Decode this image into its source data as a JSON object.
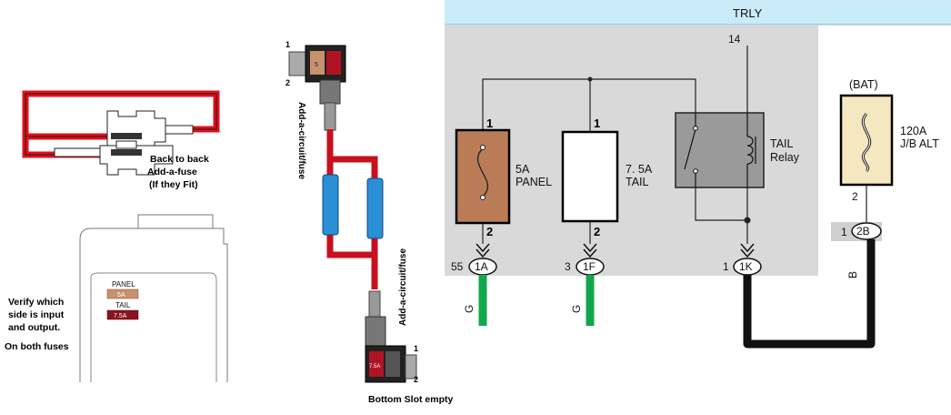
{
  "left_panel": {
    "back_to_back_lines": [
      "Back to back",
      "Add-a-fuse",
      "(If they Fit)"
    ],
    "fuse_box_labels": {
      "panel": "PANEL",
      "panel_value": "5A",
      "tail": "TAIL",
      "tail_value": "7.5A"
    },
    "verify_lines": [
      "Verify which",
      "side is input",
      "and output."
    ],
    "both_fuses": "On both fuses"
  },
  "middle_panel": {
    "top_pin_1": "1",
    "top_pin_2": "2",
    "top_fuse_value": "5",
    "add_circuit_top": "Add-a-circuit/fuse",
    "add_circuit_bottom": "Add-a-circuit/fuse",
    "bottom_pin_1": "1",
    "bottom_pin_2": "2",
    "bottom_fuse_value": "7.5A",
    "bottom_slot": "Bottom Slot empty"
  },
  "schematic": {
    "header": "TRLY",
    "trly_pin": "14",
    "panel_fuse": {
      "pin_top": "1",
      "pin_bottom": "2",
      "value": "5A",
      "name": "PANEL",
      "connector_pin": "55",
      "connector": "1A",
      "wire": "G"
    },
    "tail_fuse": {
      "pin_top": "1",
      "pin_bottom": "2",
      "value": "7. 5A",
      "name": "TAIL",
      "connector_pin": "3",
      "connector": "1F",
      "wire": "G"
    },
    "relay": {
      "name_line1": "TAIL",
      "name_line2": "Relay",
      "connector_pin": "1",
      "connector": "1K"
    },
    "bat": {
      "label": "(BAT)",
      "value": "120A",
      "name": "J/B ALT",
      "pin": "2",
      "connector_pin": "1",
      "connector": "2B",
      "wire": "B"
    },
    "colors": {
      "header_bg": "#c9ecf8",
      "panel_bg": "#d9d9d9",
      "fuse_brown": "#b97c57",
      "fuse_cream": "#f5e7c0",
      "wire_green": "#10a84a",
      "wire_black": "#111111"
    }
  }
}
